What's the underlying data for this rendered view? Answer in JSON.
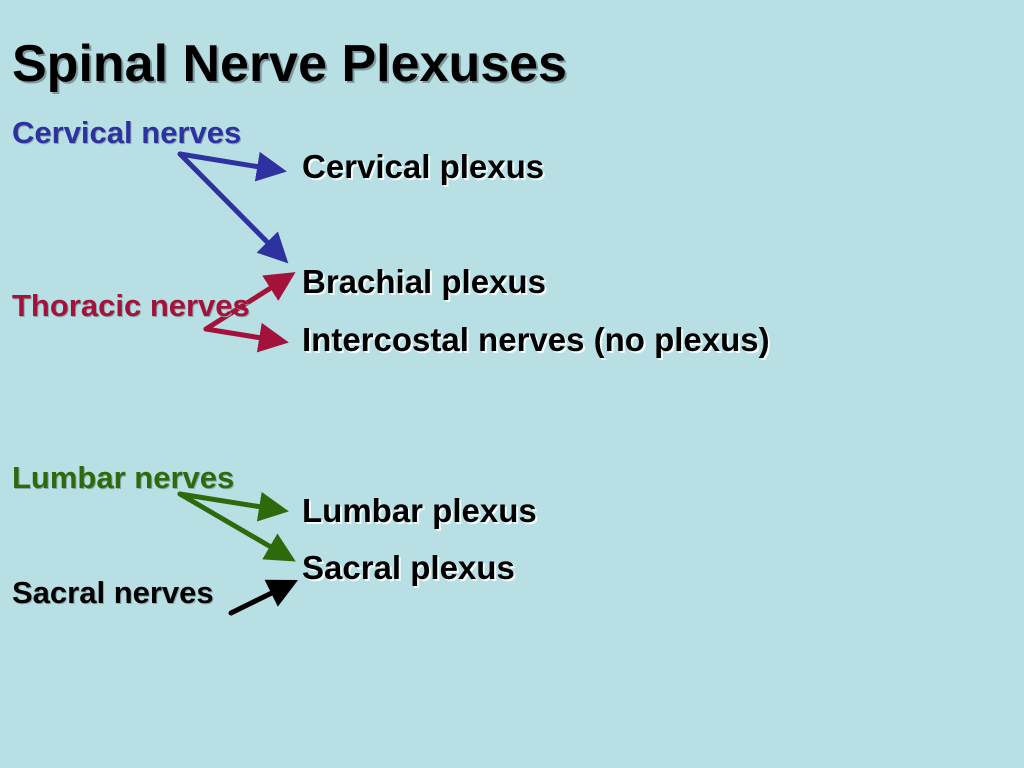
{
  "slide": {
    "title": "Spinal Nerve Plexuses"
  },
  "sources": {
    "cervical": "Cervical nerves",
    "thoracic": "Thoracic nerves",
    "lumbar": "Lumbar nerves",
    "sacral": "Sacral nerves"
  },
  "targets": {
    "cervical_plexus": "Cervical plexus",
    "brachial_plexus": "Brachial plexus",
    "intercostal": "Intercostal nerves (no plexus)",
    "lumbar_plexus": "Lumbar plexus",
    "sacral_plexus": "Sacral plexus"
  },
  "colors": {
    "background": "#b8dfe4",
    "cervical": "#2e31a0",
    "thoracic": "#a3123a",
    "lumbar": "#2c6a0c",
    "sacral": "#000000"
  },
  "connections": [
    {
      "from": "Cervical nerves",
      "to": "Cervical plexus",
      "color": "cervical"
    },
    {
      "from": "Cervical nerves",
      "to": "Brachial plexus",
      "color": "cervical"
    },
    {
      "from": "Thoracic nerves",
      "to": "Brachial plexus",
      "color": "thoracic"
    },
    {
      "from": "Thoracic nerves",
      "to": "Intercostal nerves (no plexus)",
      "color": "thoracic"
    },
    {
      "from": "Lumbar nerves",
      "to": "Lumbar plexus",
      "color": "lumbar"
    },
    {
      "from": "Lumbar nerves",
      "to": "Sacral plexus",
      "color": "lumbar"
    },
    {
      "from": "Sacral nerves",
      "to": "Sacral plexus",
      "color": "sacral"
    }
  ]
}
